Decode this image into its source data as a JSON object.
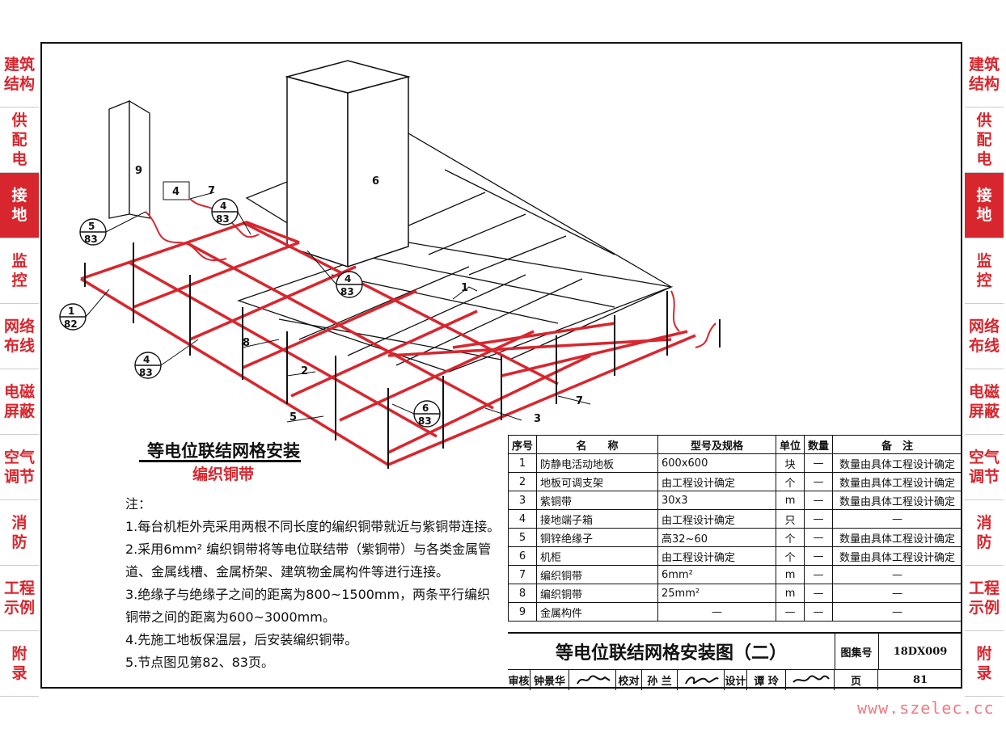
{
  "side_tabs": [
    "建筑\n结构",
    "供\n配\n电",
    "接\n地",
    "监\n控",
    "网络\n布线",
    "电磁\n屏蔽",
    "空气\n调节",
    "消\n防",
    "工程\n示例",
    "附\n录"
  ],
  "active_tab": 2,
  "drawing_labels": {
    "n9": "9",
    "n6": "6",
    "n4": "4",
    "n7a": "7",
    "n1": "1",
    "n8": "8",
    "n2": "2",
    "n5": "5",
    "n3": "3",
    "n7b": "7",
    "ref_5_83": [
      "5",
      "83"
    ],
    "ref_4_83a": [
      "4",
      "83"
    ],
    "ref_4_83b": [
      "4",
      "83"
    ],
    "ref_1_82": [
      "1",
      "82"
    ],
    "ref_4_83c": [
      "4",
      "83"
    ],
    "ref_6_83": [
      "6",
      "83"
    ]
  },
  "section_title": "等电位联结网格安装",
  "section_subtitle": "编织铜带",
  "notes": {
    "heading": "注：",
    "lines": [
      "1.每台机柜外壳采用两根不同长度的编织铜带就近与紫铜带连接。",
      "2.采用6mm² 编织铜带将等电位联结带（紫铜带）与各类金属管",
      "   道、金属线槽、金属桥架、建筑物金属构件等进行连接。",
      "3.绝缘子与绝缘子之间的距离为800~1500mm，两条平行编织",
      "   铜带之间的距离为600~3000mm。",
      "4.先施工地板保温层，后安装编织铜带。",
      "5.节点图见第82、83页。"
    ]
  },
  "table": {
    "headers": [
      "序号",
      "名　　称",
      "型号及规格",
      "单位",
      "数量",
      "备　注"
    ],
    "rows": [
      [
        "1",
        "防静电活动地板",
        "600x600",
        "块",
        "—",
        "数量由具体工程设计确定"
      ],
      [
        "2",
        "地板可调支架",
        "由工程设计确定",
        "个",
        "—",
        "数量由具体工程设计确定"
      ],
      [
        "3",
        "紫铜带",
        "30x3",
        "m",
        "—",
        "数量由具体工程设计确定"
      ],
      [
        "4",
        "接地端子箱",
        "由工程设计确定",
        "只",
        "—",
        "—"
      ],
      [
        "5",
        "铜锌绝缘子",
        "高32~60",
        "个",
        "—",
        "数量由具体工程设计确定"
      ],
      [
        "6",
        "机柜",
        "由工程设计确定",
        "个",
        "—",
        "数量由具体工程设计确定"
      ],
      [
        "7",
        "编织铜带",
        "6mm²",
        "m",
        "—",
        "—"
      ],
      [
        "8",
        "编织铜带",
        "25mm²",
        "m",
        "—",
        "—"
      ],
      [
        "9",
        "金属构件",
        "—",
        "—",
        "—",
        "—"
      ]
    ]
  },
  "title_block": {
    "title": "等电位联结网格安装图（二）",
    "atlas_label": "图集号",
    "atlas_no": "18DX009",
    "review_label": "审核",
    "reviewer": "钟景华",
    "check_label": "校对",
    "checker": "孙 兰",
    "design_label": "设计",
    "designer": "谭 玲",
    "page_label": "页",
    "page_no": "81"
  },
  "watermark": "www.szelec.cc",
  "colors": {
    "accent": "#d8262e",
    "line": "#111111"
  }
}
